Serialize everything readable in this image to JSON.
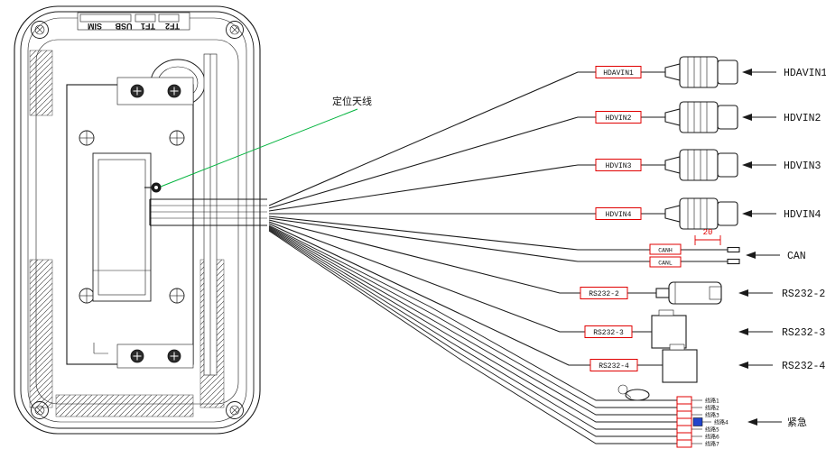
{
  "device": {
    "ports": [
      "SIM",
      "USB",
      "TF1",
      "TF2"
    ],
    "antenna_callout": "定位天线"
  },
  "harness": {
    "hd_rows": [
      {
        "tag": "HDAVIN1",
        "label": "HDAVIN1"
      },
      {
        "tag": "HDVIN2",
        "label": "HDVIN2"
      },
      {
        "tag": "HDVIN3",
        "label": "HDVIN3"
      },
      {
        "tag": "HDVIN4",
        "label": "HDVIN4"
      }
    ],
    "can": {
      "tag_high": "CANH",
      "tag_low": "CANL",
      "label": "CAN",
      "dimension": "20"
    },
    "rs_rows": [
      {
        "tag": "RS232-2",
        "label": "RS232-2"
      },
      {
        "tag": "RS232-3",
        "label": "RS232-3"
      },
      {
        "tag": "RS232-4",
        "label": "RS232-4"
      }
    ],
    "io": {
      "wires": [
        "线路1",
        "线路2",
        "线路3",
        "线路4",
        "线路5",
        "线路6",
        "线路7"
      ],
      "emergency": "紧急"
    }
  },
  "colors": {
    "line": "#1a1a1a",
    "tag_red": "#e00000",
    "callout_green": "#00b33c",
    "emergency_blue": "#2244cc"
  }
}
